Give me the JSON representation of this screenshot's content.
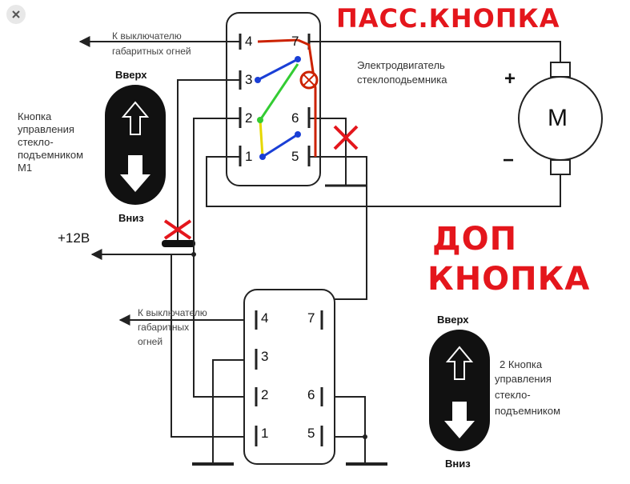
{
  "close_icon": "close-icon",
  "notes": {
    "pass_button": "ПАСС.КНОПКА",
    "extra_button_line1": "ДОП",
    "extra_button_line2": "КНОПКА",
    "color": "#e4161c"
  },
  "switch_top": {
    "to_parking_line1": "К выключателю",
    "to_parking_line2": "габаритных огней",
    "up_label": "Вверх",
    "down_label": "Вниз",
    "title_lines": [
      "Кнопка",
      "управления",
      "стекло-",
      "подъемником",
      "M1"
    ],
    "pins": [
      "4",
      "7",
      "3",
      "2",
      "6",
      "1",
      "5"
    ]
  },
  "motor": {
    "title_line1": "Электродвигатель",
    "title_line2": "стеклоподьемника",
    "plus": "+",
    "minus": "−",
    "letter": "M"
  },
  "power": {
    "label": "+12В"
  },
  "switch_bottom": {
    "to_parking_line1": "К выключателю",
    "to_parking_line2": "габаритных",
    "to_parking_line3": "огней",
    "up_label": "Вверх",
    "down_label": "Вниз",
    "title_lines": [
      "2 Кнопка",
      "управления",
      "стекло-",
      "подъемником"
    ],
    "pins": [
      "4",
      "7",
      "3",
      "2",
      "6",
      "1",
      "5"
    ]
  },
  "colors": {
    "wire": "#222222",
    "red_wire": "#cc2200",
    "blue_wire": "#1a3fd6",
    "green_wire": "#33cc33",
    "yellow_wire": "#e6d800",
    "cross": "#e4161c"
  }
}
